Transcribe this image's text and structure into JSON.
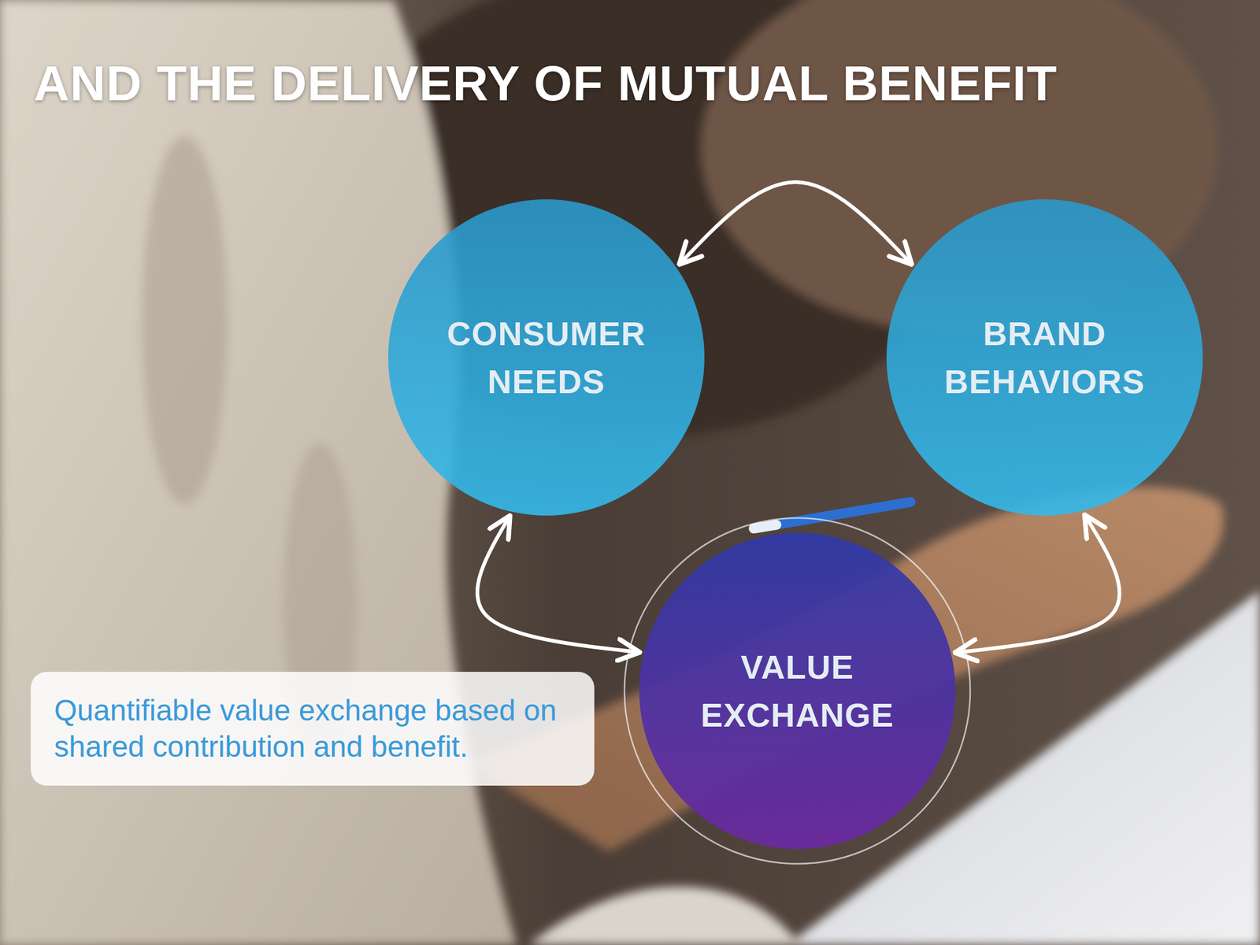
{
  "diagram": {
    "title": "AND THE DELIVERY OF MUTUAL BENEFIT",
    "nodes": [
      {
        "text": [
          "CONSUMER NEEDS"
        ]
      },
      {
        "text": [
          "BRAND BEHAVIORS"
        ]
      },
      {
        "text": [
          "VALUE EXCHANGE"
        ]
      },
      {
        "text": [
          "Quantifiable value exchange based on shared contribution and benefit."
        ]
      }
    ],
    "edges": [
      {
        "from": 0,
        "to": 1,
        "arrow": "both"
      },
      {
        "from": 0,
        "to": 2,
        "arrow": "both"
      },
      {
        "from": 1,
        "to": 2,
        "arrow": "both"
      }
    ]
  }
}
